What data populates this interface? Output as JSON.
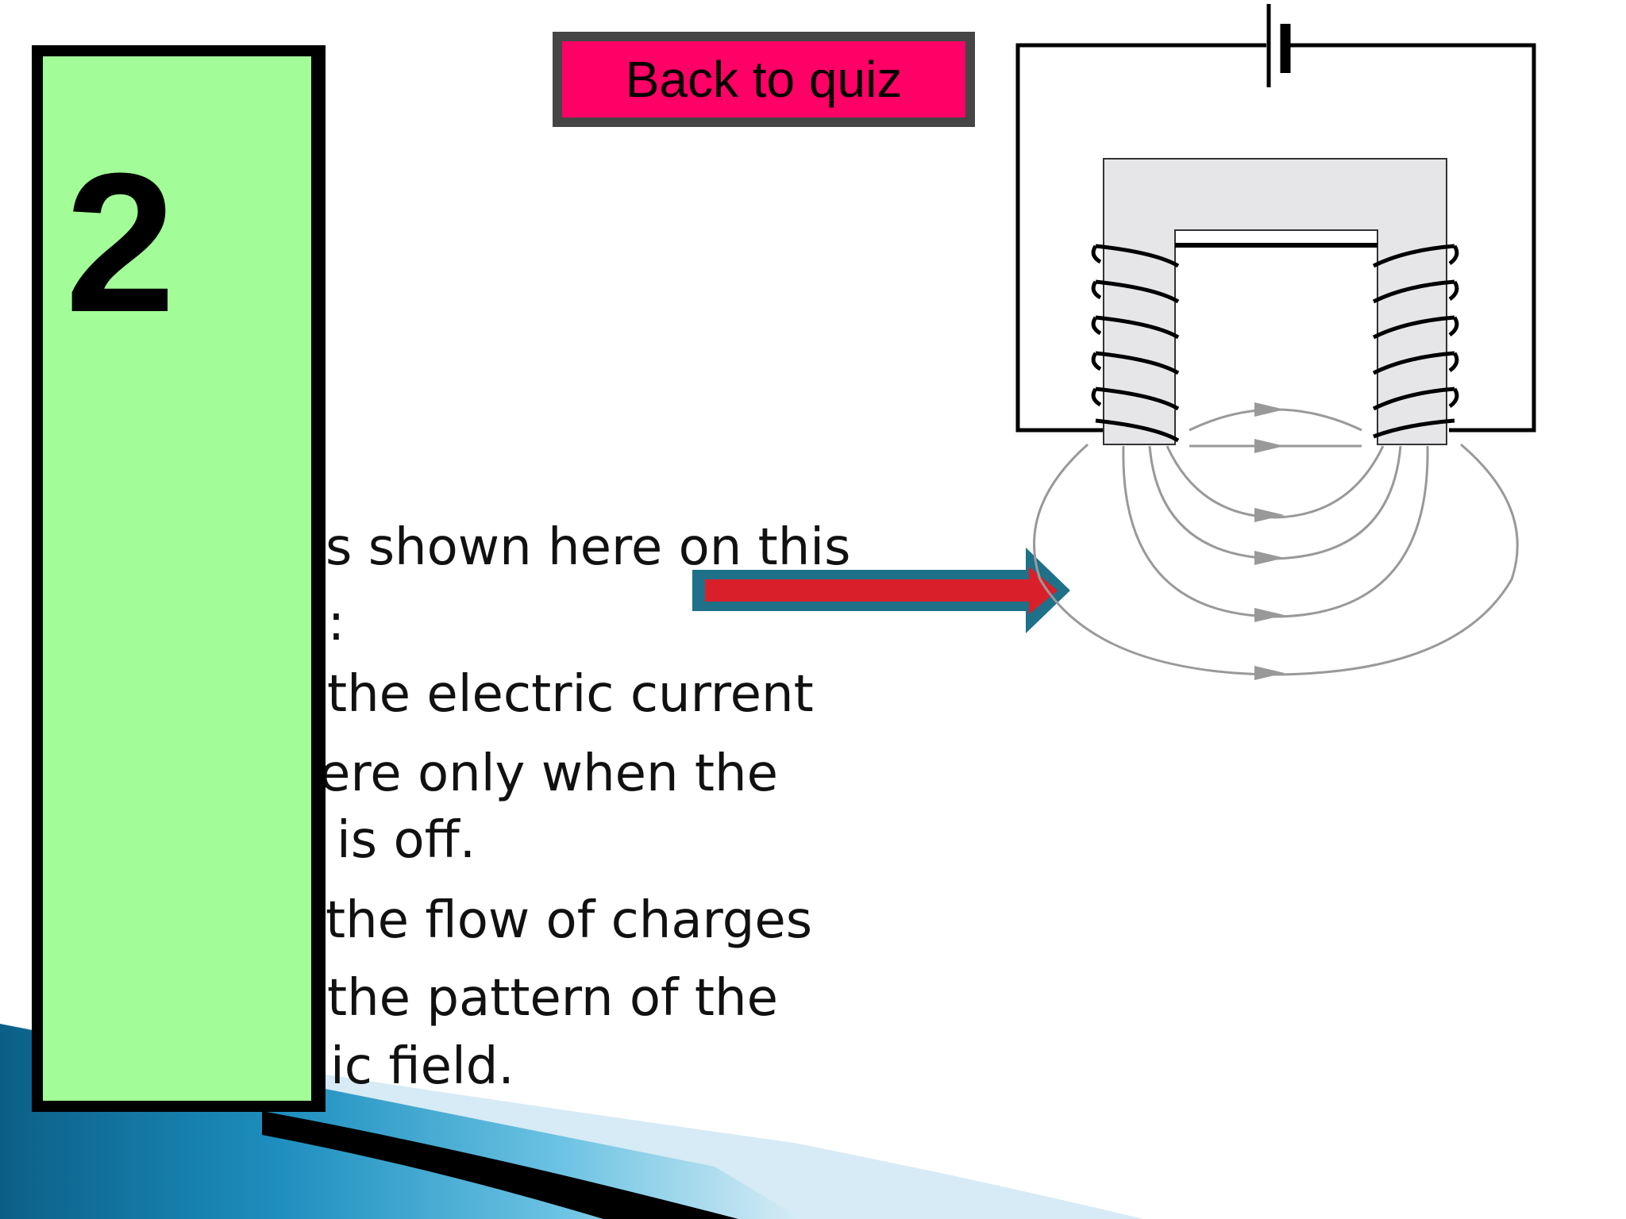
{
  "slide": {
    "card_number": "2",
    "back_button_label": "Back to quiz",
    "text_lines": [
      "s shown here on this",
      "n:",
      "the electric current",
      "ere only when the",
      "is off.",
      "the flow of charges",
      "the pattern of the",
      "ic field."
    ]
  },
  "colors": {
    "card_fill": "#a2fc97",
    "button_fill": "#ff0066",
    "button_border": "#454545",
    "arrow_fill": "#d9202a",
    "arrow_outline": "#1e7189",
    "field_lines": "#999999",
    "core_fill": "#e6e6e9"
  },
  "icons": {
    "pointer": "right-arrow-icon",
    "battery": "battery-icon"
  }
}
